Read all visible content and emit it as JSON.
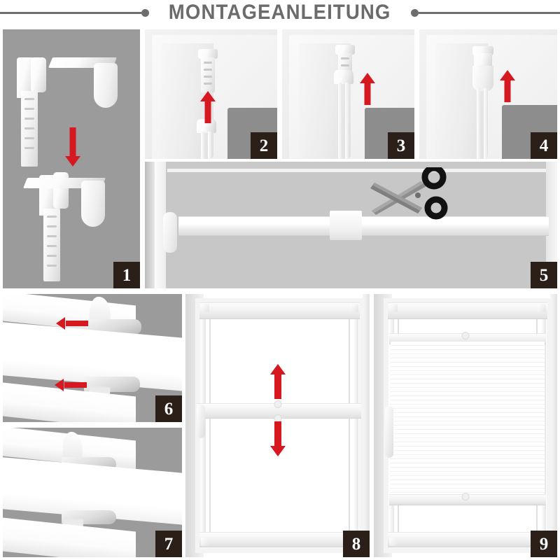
{
  "header": {
    "title": "MONTAGEANLEITUNG",
    "left_decor_icon": "line-dot-decoration",
    "right_decor_icon": "dot-line-decoration",
    "title_color": "#6b6b6b",
    "rule_color": "#6e6e6e"
  },
  "theme": {
    "panel_background": "#9b9b9b",
    "badge_background": "#2b2019",
    "badge_text_color": "#ffffff",
    "arrow_color": "#d61921",
    "page_background": "#ffffff"
  },
  "steps": [
    {
      "number": "1",
      "name": "step-1-bracket-assembly",
      "arrows": [
        {
          "direction": "down",
          "name": "arrow-down"
        }
      ],
      "background": "grey"
    },
    {
      "number": "2",
      "name": "step-2-insert-bracket-into-frame",
      "arrows": [
        {
          "direction": "up",
          "name": "arrow-up"
        }
      ],
      "background": "window-corner"
    },
    {
      "number": "3",
      "name": "step-3-push-bracket-upward",
      "arrows": [
        {
          "direction": "up",
          "name": "arrow-up"
        }
      ],
      "background": "window-corner"
    },
    {
      "number": "4",
      "name": "step-4-bracket-seated",
      "arrows": [
        {
          "direction": "up",
          "name": "arrow-up"
        }
      ],
      "background": "window-corner"
    },
    {
      "number": "5",
      "name": "step-5-cut-rail-to-width",
      "arrows": [],
      "tool_icon": "scissors-icon",
      "background": "window-rail"
    },
    {
      "number": "6",
      "name": "step-6-slide-clips-into-rails",
      "arrows": [
        {
          "direction": "left",
          "name": "arrow-left-top"
        },
        {
          "direction": "left",
          "name": "arrow-left-bottom"
        }
      ],
      "background": "grey"
    },
    {
      "number": "7",
      "name": "step-7-clips-engaged",
      "arrows": [],
      "background": "grey"
    },
    {
      "number": "8",
      "name": "step-8-adjust-blind-position",
      "arrows": [
        {
          "direction": "up",
          "name": "arrow-up"
        },
        {
          "direction": "down",
          "name": "arrow-down"
        }
      ],
      "background": "window-full"
    },
    {
      "number": "9",
      "name": "step-9-finished-installation",
      "arrows": [],
      "background": "window-full-blind"
    }
  ]
}
